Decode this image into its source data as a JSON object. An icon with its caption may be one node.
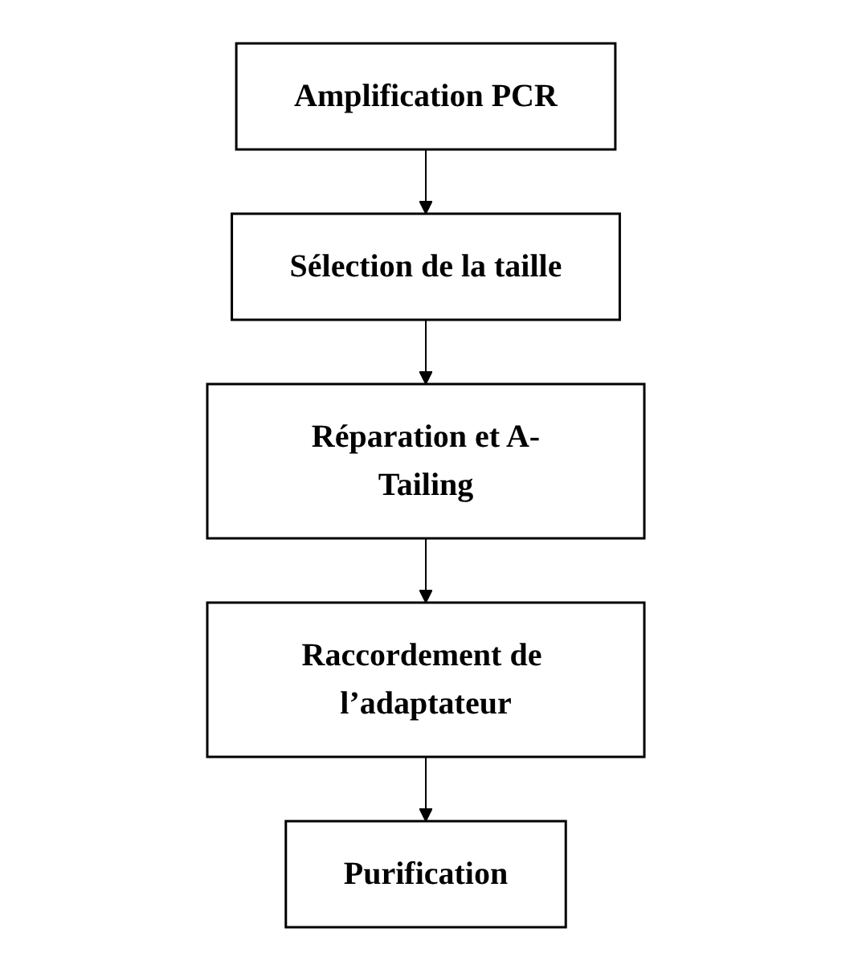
{
  "diagram": {
    "nodes": [
      {
        "text": [
          "Amplification PCR"
        ]
      },
      {
        "text": [
          "Sélection de la taille"
        ]
      },
      {
        "text": [
          "Réparation et A-Tailing"
        ]
      },
      {
        "text": [
          "Raccordement de l’adaptateur"
        ]
      },
      {
        "text": [
          "Purification"
        ]
      }
    ],
    "edges": [
      {
        "from": 0,
        "to": 1,
        "arrow": "to"
      },
      {
        "from": 1,
        "to": 2,
        "arrow": "to"
      },
      {
        "from": 2,
        "to": 3,
        "arrow": "to"
      },
      {
        "from": 3,
        "to": 4,
        "arrow": "to"
      }
    ]
  }
}
